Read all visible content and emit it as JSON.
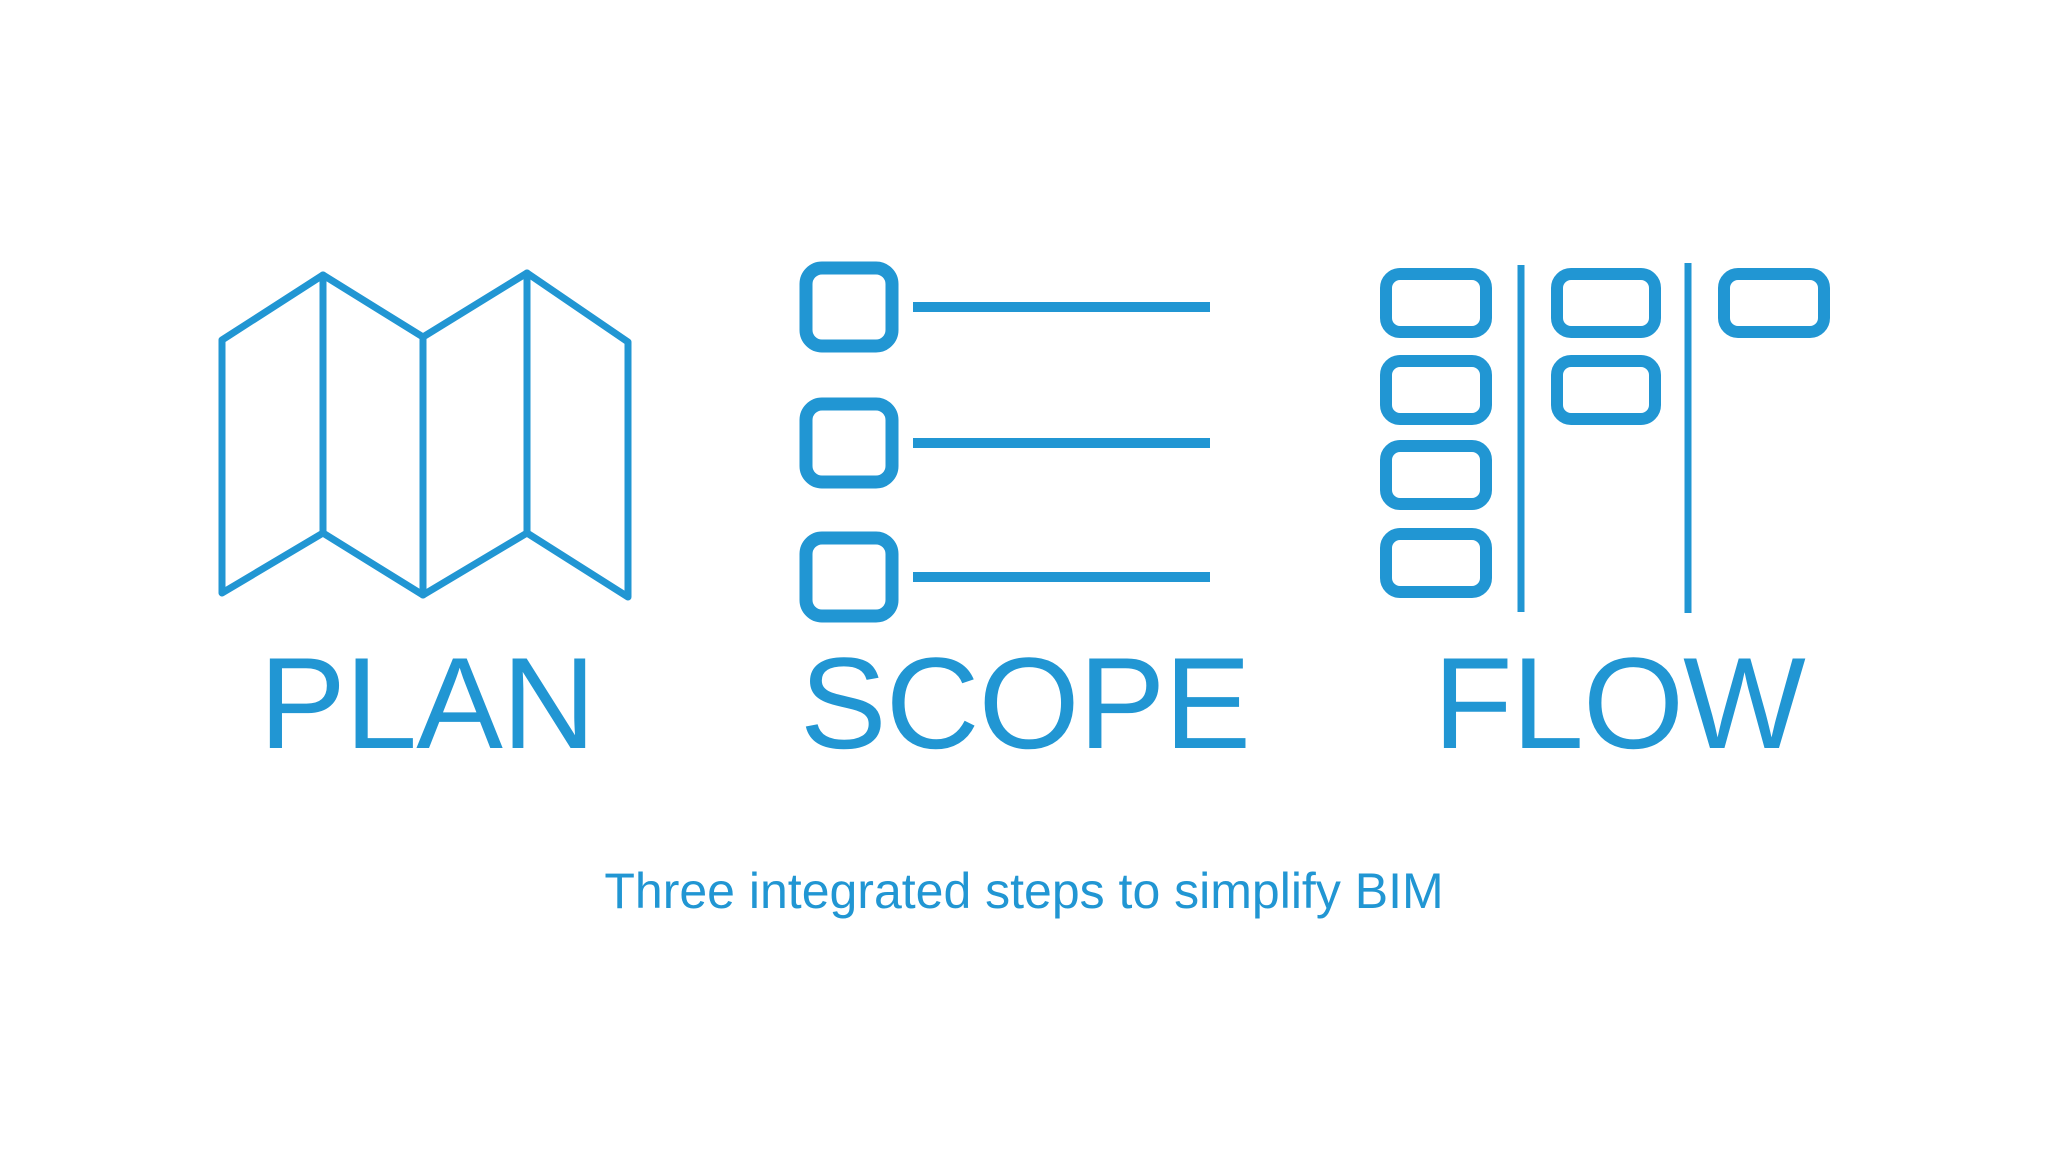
{
  "colors": {
    "accent": "#2196d3",
    "background": "#ffffff"
  },
  "steps": [
    {
      "label": "PLAN",
      "icon": "folded-map-icon"
    },
    {
      "label": "SCOPE",
      "icon": "checklist-icon"
    },
    {
      "label": "FLOW",
      "icon": "kanban-board-icon"
    }
  ],
  "tagline": "Three integrated steps to simplify BIM"
}
